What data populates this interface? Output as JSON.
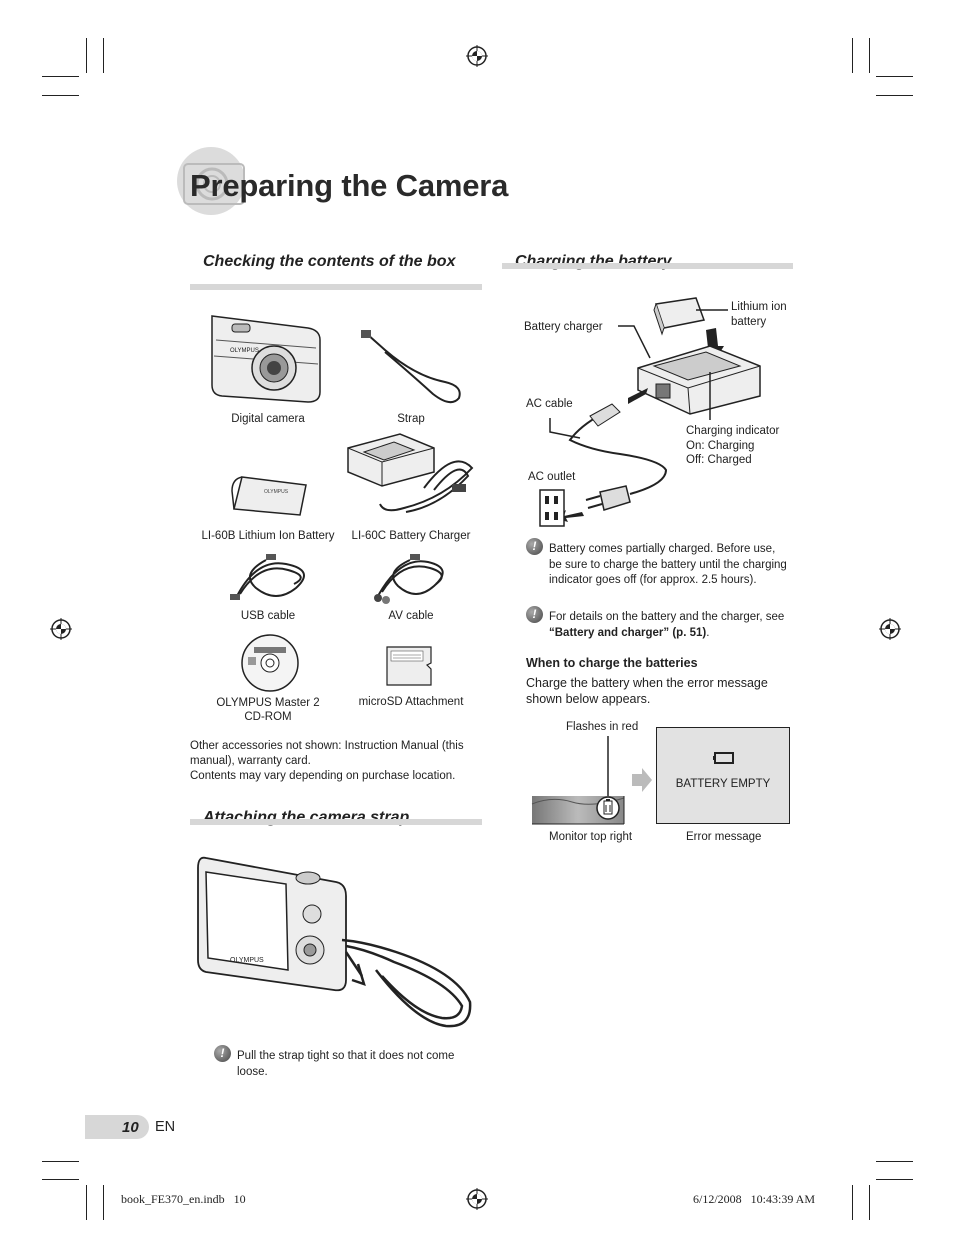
{
  "title": "Preparing the Camera",
  "sections": {
    "box": {
      "heading": "Checking the contents of the box",
      "items": [
        {
          "label": "Digital camera"
        },
        {
          "label": "Strap"
        },
        {
          "label": "LI-60B Lithium Ion Battery"
        },
        {
          "label": "LI-60C Battery Charger"
        },
        {
          "label": "USB cable"
        },
        {
          "label": "AV cable"
        },
        {
          "label": "OLYMPUS Master 2\nCD-ROM"
        },
        {
          "label": "microSD Attachment"
        }
      ],
      "note_line1": "Other accessories not shown: Instruction Manual (this",
      "note_line2": "manual), warranty card.",
      "note_line3": "Contents may vary depending on purchase location."
    },
    "strap": {
      "heading": "Attaching the camera strap",
      "note": "Pull the strap tight so that it does not come loose."
    },
    "charging": {
      "heading": "Charging the battery",
      "labels": {
        "battery_charger": "Battery charger",
        "lithium_ion": "Lithium ion",
        "battery": "battery",
        "ac_cable": "AC cable",
        "charging_indicator": "Charging indicator",
        "on_charging": "On: Charging",
        "off_charged": "Off: Charged",
        "ac_outlet": "AC outlet"
      },
      "note1": "Battery comes partially charged. Before use, be sure to charge the battery until the charging indicator goes off (for approx. 2.5 hours).",
      "note2_prefix": "For details on the battery and the charger, see ",
      "note2_bold": "“Battery and charger” (p. 51)",
      "note2_suffix": ".",
      "when_heading": "When to charge the batteries",
      "when_body": "Charge the battery when the error message shown below appears.",
      "flashes_in_red": "Flashes in red",
      "battery_empty": "BATTERY EMPTY",
      "monitor_top_right": "Monitor top right",
      "error_message": "Error message"
    }
  },
  "page_number": "10",
  "page_lang": "EN",
  "footer": {
    "file": "book_FE370_en.indb   10",
    "timestamp": "6/12/2008   10:43:39 AM"
  }
}
